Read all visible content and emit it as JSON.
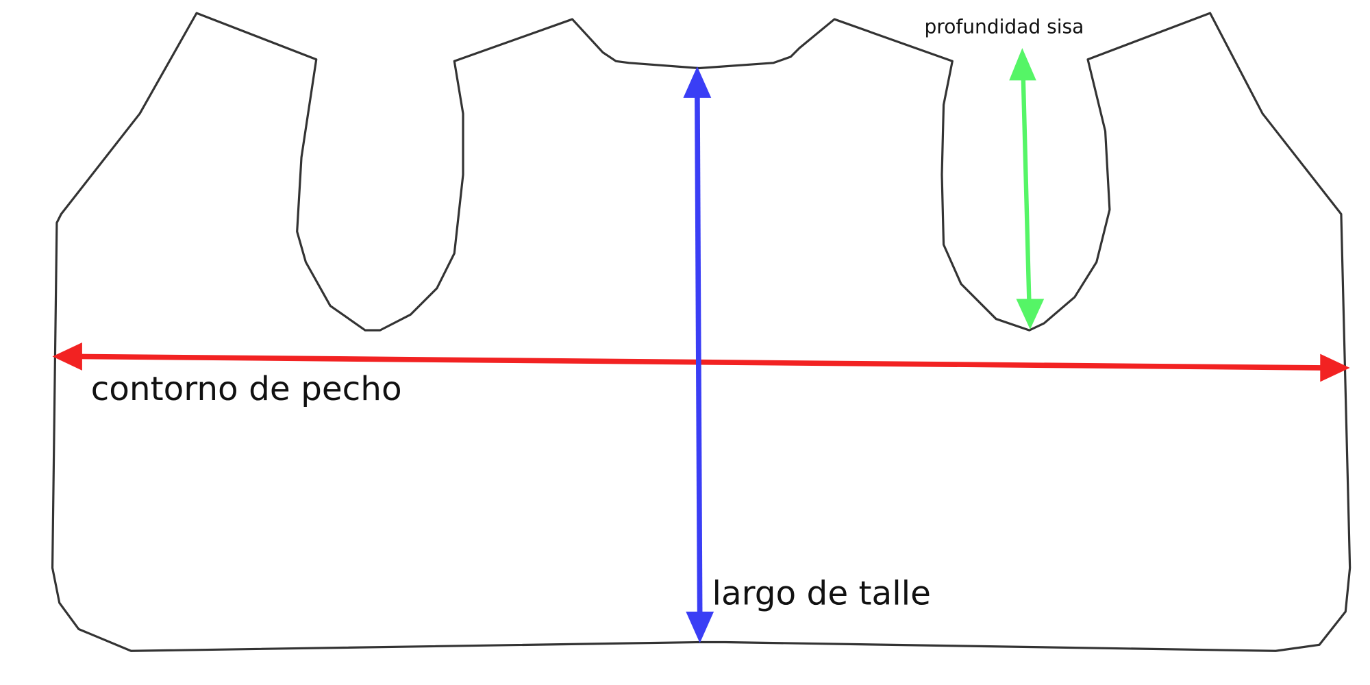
{
  "labels": {
    "chest": "contorno de pecho",
    "length": "largo de talle",
    "armhole": "profundidad sisa"
  },
  "colors": {
    "outline": "#333333",
    "chest_arrow": "#f22222",
    "length_arrow": "#3a3ef5",
    "armhole_arrow": "#55f566"
  }
}
